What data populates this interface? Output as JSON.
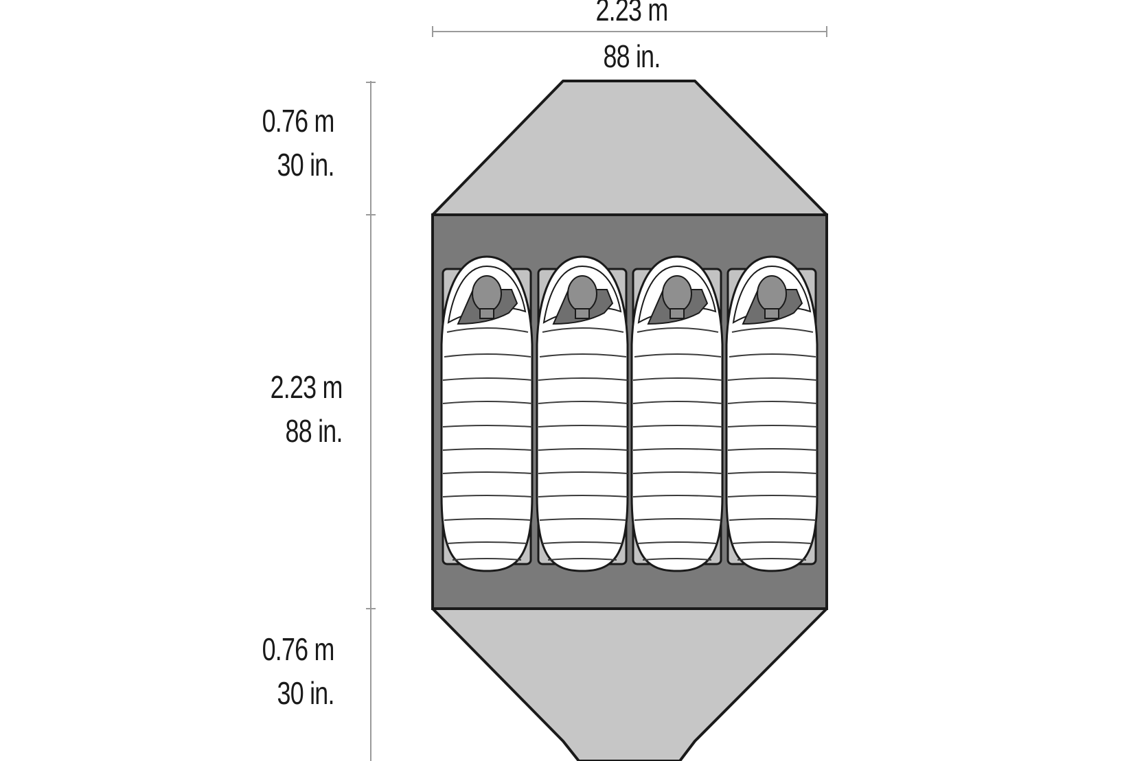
{
  "diagram": {
    "type": "tent-floor-plan",
    "sleeping_bags": 4,
    "colors": {
      "vestibule": "#c6c6c6",
      "floor": "#7a7a7a",
      "pad": "#c2c2c2",
      "bag": "#ffffff",
      "outline": "#1a1a1a",
      "dimension_line": "#9a9a9a"
    }
  },
  "dimensions": {
    "width": {
      "metric": "2.23 m",
      "imperial": "88 in."
    },
    "vestibule_top": {
      "metric": "0.76 m",
      "imperial": "30 in."
    },
    "floor_length": {
      "metric": "2.23 m",
      "imperial": "88 in."
    },
    "vestibule_bottom": {
      "metric": "0.76 m",
      "imperial": "30 in."
    }
  }
}
